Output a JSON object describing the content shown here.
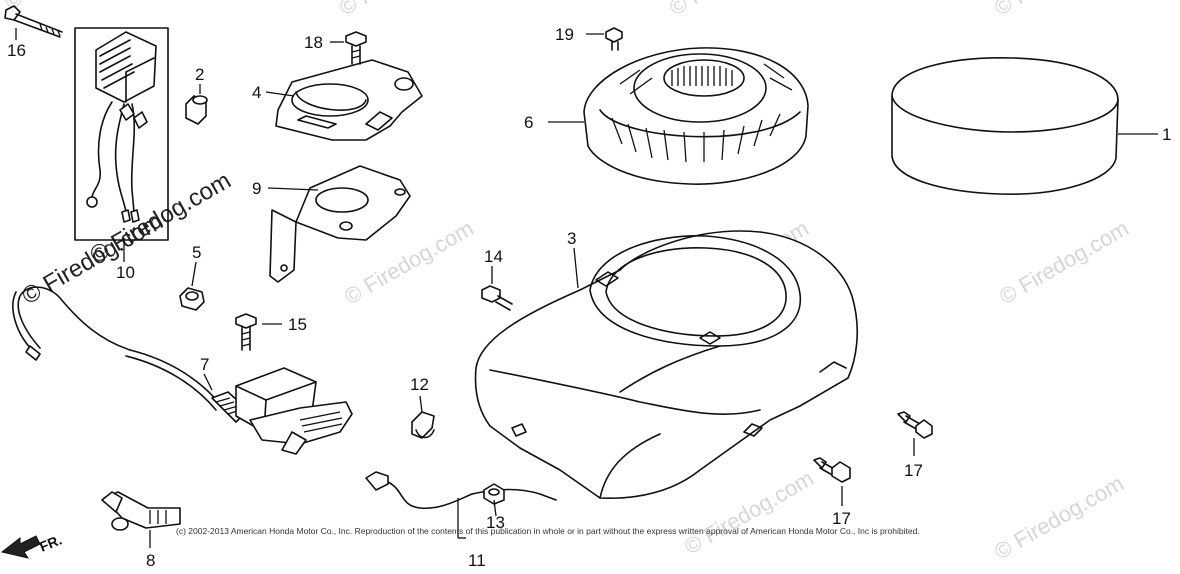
{
  "watermarks": [
    "© Firedog.com",
    "© Firedog.com",
    "© Firedog.com",
    "© Firedog.com",
    "© Firedog.com",
    "© Firedog.com",
    "© Firedog.com",
    "© Firedog.com",
    "© Firedog.com"
  ],
  "brand_watermarks": [
    "© Firedog.com",
    "© Firedog.com"
  ],
  "callouts": {
    "n1": "1",
    "n2": "2",
    "n3": "3",
    "n4": "4",
    "n5": "5",
    "n6": "6",
    "n7": "7",
    "n8": "8",
    "n9": "9",
    "n10": "10",
    "n11": "11",
    "n12": "12",
    "n13": "13",
    "n14": "14",
    "n15": "15",
    "n16": "16",
    "n17a": "17",
    "n17b": "17",
    "n18": "18",
    "n19": "19"
  },
  "front_marker": "FR.",
  "copyright": "(c) 2002-2013 American Honda Motor Co., Inc. Reproduction of the contents of this publication in whole or in part without the express written approval of American Honda Motor Co., Inc is prohibited.",
  "colors": {
    "line": "#111111",
    "watermark": "#d6d6d6",
    "background": "#ffffff"
  }
}
